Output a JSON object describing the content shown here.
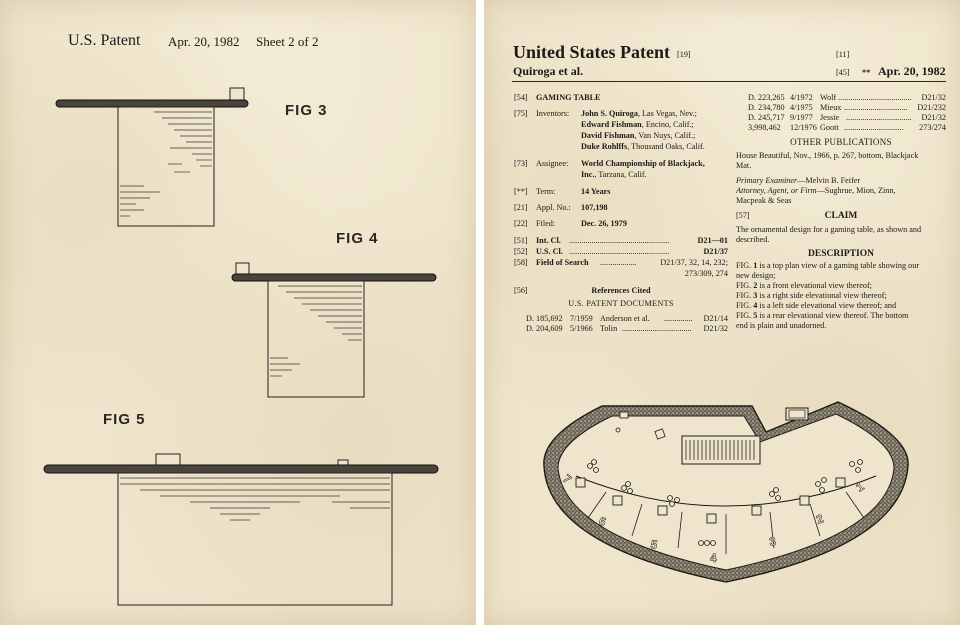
{
  "left": {
    "header": {
      "office": "U.S. Patent",
      "date": "Apr. 20, 1982",
      "sheet": "Sheet 2 of 2"
    },
    "figures": {
      "fig3": "FIG 3",
      "fig4": "FIG 4",
      "fig5": "FIG 5"
    }
  },
  "right": {
    "title": "United States Patent",
    "title_code": "[19]",
    "inventor_short": "Quiroga et al.",
    "number_code": "[11]",
    "date_code": "[45]",
    "date_mark": "**",
    "date": "Apr. 20, 1982",
    "fields": {
      "title_tag": "[54]",
      "title_value": "GAMING TABLE",
      "inventors_tag": "[75]",
      "inventors_label": "Inventors:",
      "inventors": [
        {
          "name": "John S. Quiroga",
          "place": ", Las Vegas, Nev.;"
        },
        {
          "name": "Edward Fishman",
          "place": ", Encino, Calif.;"
        },
        {
          "name": "David Fishman",
          "place": ", Van Nuys, Calif.;"
        },
        {
          "name": "Duke Rohlffs",
          "place": ", Thousand Oaks, Calif."
        }
      ],
      "assignee_tag": "[73]",
      "assignee_label": "Assignee:",
      "assignee_line1": "World Championship of Blackjack,",
      "assignee_line2": "Inc.",
      "assignee_line2_rest": ", Tarzana, Calif.",
      "term_tag": "[**]",
      "term_label": "Term:",
      "term_value": "14 Years",
      "appl_tag": "[21]",
      "appl_label": "Appl. No.:",
      "appl_value": "107,198",
      "filed_tag": "[22]",
      "filed_label": "Filed:",
      "filed_value": "Dec. 26, 1979",
      "intcl_tag": "[51]",
      "intcl_label": "Int. Cl.",
      "intcl_value": "D21—01",
      "uscl_tag": "[52]",
      "uscl_label": "U.S. Cl.",
      "uscl_value": "D21/37",
      "search_tag": "[58]",
      "search_label": "Field of Search",
      "search_value1": "D21/37, 32, 14, 232;",
      "search_value2": "273/309, 274",
      "refs_tag": "[56]",
      "refs_title": "References Cited",
      "refs_subtitle": "U.S. PATENT DOCUMENTS"
    },
    "us_refs": [
      {
        "num": "D. 185,692",
        "date": "7/1959",
        "name": "Anderson et al.",
        "cls": "D21/14"
      },
      {
        "num": "D. 204,609",
        "date": "5/1966",
        "name": "Tolin",
        "cls": "D21/32"
      }
    ],
    "more_refs": [
      {
        "num": "D. 223,265",
        "date": "4/1972",
        "name": "Wolf",
        "cls": "D21/32"
      },
      {
        "num": "D. 234,780",
        "date": "4/1975",
        "name": "Mieux",
        "cls": "D21/232"
      },
      {
        "num": "D. 245,717",
        "date": "9/1977",
        "name": "Jessie",
        "cls": "D21/32"
      },
      {
        "num": "3,998,462",
        "date": "12/1976",
        "name": "Goott",
        "cls": "273/274"
      }
    ],
    "other_pubs_title": "OTHER PUBLICATIONS",
    "other_pubs_line1": "House Beautiful, Nov., 1966, p. 267, bottom, Blackjack",
    "other_pubs_line2": "Mat.",
    "examiner_label": "Primary Examiner",
    "examiner_value": "—Melvin B. Feifer",
    "attorney_label": "Attorney, Agent, or Firm",
    "attorney_value1": "—Sughrue, Mion, Zinn,",
    "attorney_value2": "Macpeak & Seas",
    "claim_tag": "[57]",
    "claim_title": "CLAIM",
    "claim_line1": "The ornamental design for a gaming table, as shown and",
    "claim_line2": "described.",
    "description_title": "DESCRIPTION",
    "description_lines": [
      [
        "FIG. ",
        "1",
        " is a top plan view of a gaming table showing our"
      ],
      [
        "new design;",
        "",
        ""
      ],
      [
        "FIG. ",
        "2",
        " is a front elevational view thereof;"
      ],
      [
        "FIG. ",
        "3",
        " is a right side elevational view thereof;"
      ],
      [
        "FIG. ",
        "4",
        " is a left side elevational view thereof; and"
      ],
      [
        "FIG. ",
        "5",
        " is a rear elevational view thereof. The bottom"
      ],
      [
        "end is plain and unadorned.",
        "",
        ""
      ]
    ],
    "seat_numbers": [
      "1",
      "2",
      "3",
      "4",
      "5",
      "6",
      "7"
    ]
  }
}
